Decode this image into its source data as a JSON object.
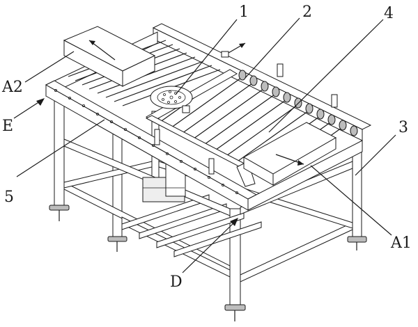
{
  "labels": {
    "l1": "1",
    "l2": "2",
    "l4": "4",
    "l3": "3",
    "a2": "A2",
    "e": "E",
    "l5": "5",
    "a1": "A1",
    "d": "D"
  },
  "colors": {
    "ink": "#1a1a1a",
    "paper": "#ffffff"
  }
}
